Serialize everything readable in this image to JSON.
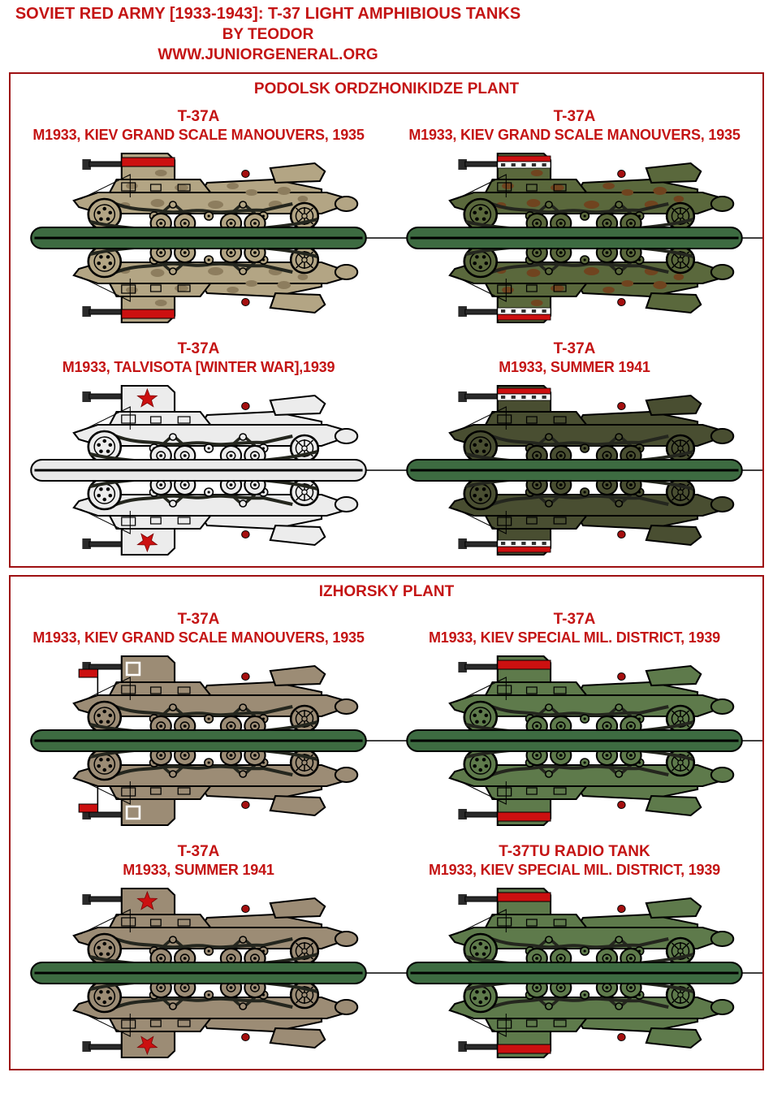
{
  "page": {
    "title": "SOVIET RED ARMY [1933-1943]: T-37 LIGHT AMPHIBIOUS TANKS",
    "byline": "BY TEODOR",
    "website": "WWW.JUNIORGENERAL.ORG",
    "text_color": "#c41414",
    "border_color": "#9e1012",
    "background": "#ffffff"
  },
  "figure_style": {
    "red": "#cc1010",
    "dark_red": "#a50f0f",
    "track": "#24261e",
    "outline": "#000000",
    "white": "#ffffff",
    "base_green": "#3d6b41"
  },
  "sections": [
    {
      "header": "PODOLSK ORDZHONIKIDZE PLANT",
      "rows": [
        {
          "units": [
            {
              "name": "T-37A",
              "caption": "M1933, KIEV GRAND SCALE MANOUVERS, 1935",
              "figure": {
                "hull": "#b3a584",
                "detail": "#8d7d5e",
                "camo_spots": true,
                "spot": "#8d7d5e",
                "marking": "red-band",
                "flag": false,
                "base": "#3d6b41"
              }
            },
            {
              "name": "T-37A",
              "caption": "M1933, KIEV GRAND SCALE MANOUVERS, 1935",
              "figure": {
                "hull": "#5a683c",
                "detail": "#49562f",
                "camo_spots": true,
                "spot": "#70441f",
                "marking": "red-white-band",
                "flag": false,
                "base": "#3d6b41"
              }
            }
          ]
        },
        {
          "units": [
            {
              "name": "T-37A",
              "caption": "M1933, TALVISOTA [WINTER WAR],1939",
              "figure": {
                "hull": "#ececec",
                "detail": "#cfcfcf",
                "camo_spots": false,
                "spot": "#cfcfcf",
                "marking": "red-star",
                "flag": false,
                "base": "#e9e9e9"
              }
            },
            {
              "name": "T-37A",
              "caption": "M1933, SUMMER 1941",
              "figure": {
                "hull": "#494e31",
                "detail": "#3a3f27",
                "camo_spots": false,
                "spot": "#3a3f27",
                "marking": "red-white-band",
                "flag": false,
                "base": "#3d6b41"
              }
            }
          ]
        }
      ]
    },
    {
      "header": "IZHORSKY PLANT",
      "rows": [
        {
          "units": [
            {
              "name": "T-37A",
              "caption": "M1933, KIEV GRAND SCALE MANOUVERS, 1935",
              "figure": {
                "hull": "#9c8c75",
                "detail": "#7d6e58",
                "camo_spots": false,
                "spot": "#7d6e58",
                "marking": "white-square",
                "flag": true,
                "base": "#3d6b41"
              }
            },
            {
              "name": "T-37A",
              "caption": "M1933, KIEV SPECIAL MIL. DISTRICT, 1939",
              "figure": {
                "hull": "#5e7a4b",
                "detail": "#4c6339",
                "camo_spots": false,
                "spot": "#4c6339",
                "marking": "red-band",
                "flag": false,
                "base": "#3d6b41"
              }
            }
          ]
        },
        {
          "units": [
            {
              "name": "T-37A",
              "caption": "M1933, SUMMER 1941",
              "figure": {
                "hull": "#9c8c75",
                "detail": "#7d6e58",
                "camo_spots": false,
                "spot": "#7d6e58",
                "marking": "red-star",
                "flag": false,
                "base": "#3d6b41"
              }
            },
            {
              "name": "T-37TU RADIO TANK",
              "caption": "M1933, KIEV SPECIAL MIL. DISTRICT, 1939",
              "figure": {
                "hull": "#5e7a4b",
                "detail": "#4c6339",
                "camo_spots": false,
                "spot": "#4c6339",
                "marking": "red-band",
                "flag": false,
                "base": "#3d6b41"
              }
            }
          ]
        }
      ]
    }
  ]
}
